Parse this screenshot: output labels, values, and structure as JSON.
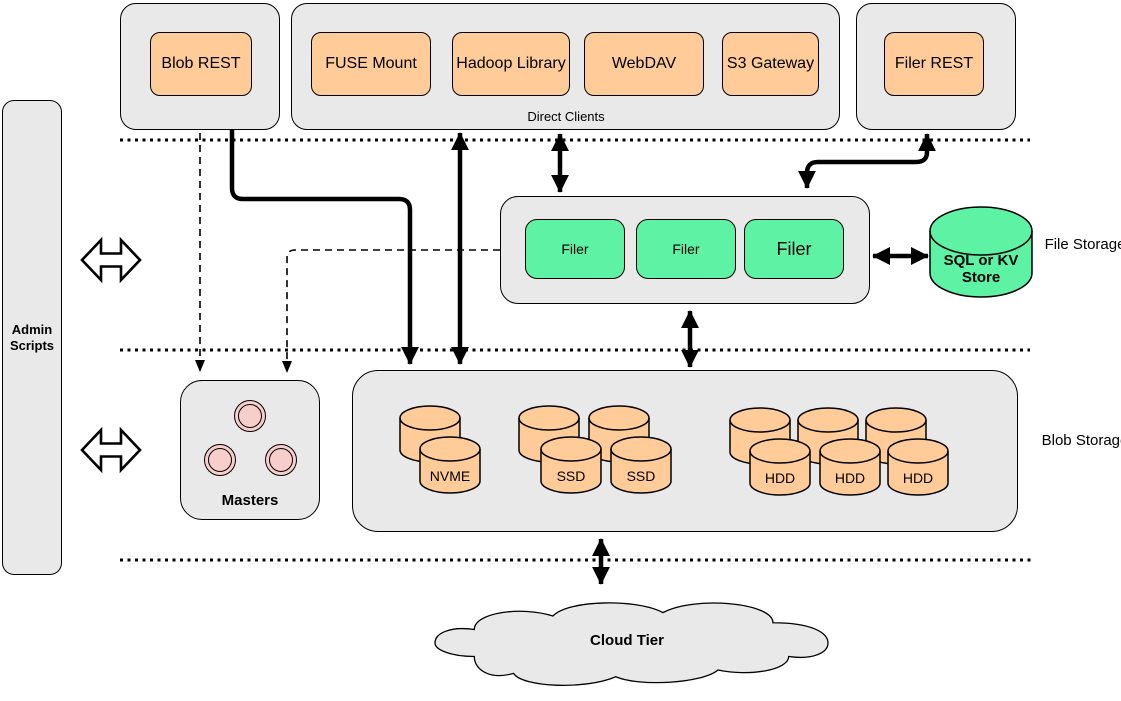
{
  "colors": {
    "container_gray": "#e9e9e9",
    "box_orange": "#ffcc99",
    "filer_green": "#5df2a4",
    "circle_pink": "#f8cecc",
    "line_black": "#000000"
  },
  "top": {
    "blob_rest_label": "Blob REST",
    "direct_clients": {
      "title": "Direct Clients",
      "items": [
        "FUSE Mount",
        "Hadoop Library",
        "WebDAV",
        "S3 Gateway"
      ]
    },
    "filer_rest_label": "Filer REST"
  },
  "admin": {
    "label": "Admin Scripts"
  },
  "file_storage": {
    "section_label": "File Storage",
    "filer_labels": [
      "Filer",
      "Filer",
      "Filer"
    ],
    "store_label": "SQL or KV Store"
  },
  "blob_storage": {
    "section_label": "Blob Storage",
    "masters_label": "Masters",
    "disk_labels": {
      "nvme": "NVME",
      "ssd1": "SSD",
      "ssd2": "SSD",
      "hdd1": "HDD",
      "hdd2": "HDD",
      "hdd3": "HDD"
    }
  },
  "cloud": {
    "label": "Cloud Tier"
  }
}
